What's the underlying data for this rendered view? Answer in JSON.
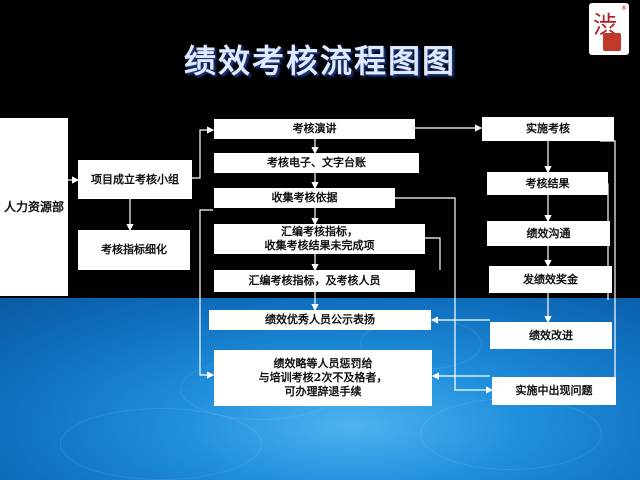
{
  "title": "绩效考核流程图图",
  "nodes": {
    "hr": "人力资源部",
    "setup_team": "项目成立考核小组",
    "refine_indicators": "考核指标细化",
    "lecture": "考核演讲",
    "ledger": "考核电子、文字台账",
    "collect_basis": "收集考核依据",
    "summarize_1": [
      "汇编考核指标，",
      "收集考核结果未完成项"
    ],
    "summarize_2": "汇编考核指标，及考核人员",
    "publicize": "绩效优秀人员公示表扬",
    "punish": [
      "绩效略等人员惩罚给",
      "与培训考核2次不及格者，",
      "可办理辞退手续"
    ],
    "implement": "实施考核",
    "result": "考核结果",
    "communicate": "绩效沟通",
    "bonus": "发绩效奖金",
    "improve": "绩效改进",
    "problems": "实施中出现问题"
  },
  "colors": {
    "title": "#dfe9ff",
    "connector": "#ffffff",
    "top_background": "#000000",
    "bottom_background": "#1f8fdc"
  }
}
